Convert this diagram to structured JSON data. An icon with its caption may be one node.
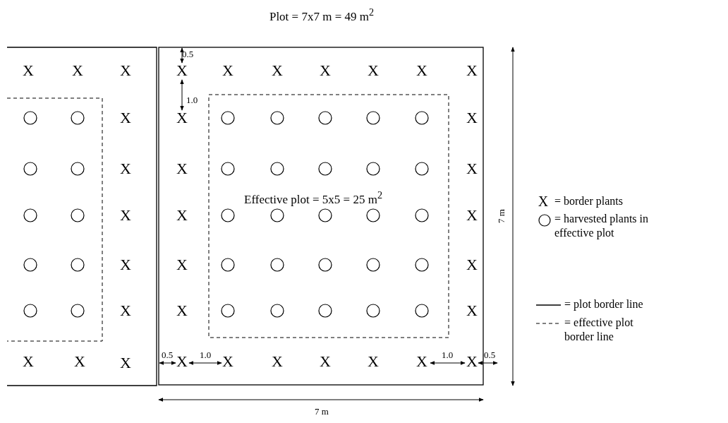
{
  "diagram": {
    "title": "Plot = 7x7 m = 49 m$^{2}$",
    "labels": [
      "0.5",
      "X",
      "X",
      "X",
      "X",
      "X",
      "X",
      "X",
      "X",
      "X",
      "X",
      "1.0",
      "X",
      "X",
      "X",
      "X",
      "X",
      "X",
      "Effective plot = 5x5 = 25 m$^{2}$",
      "7 m",
      "X",
      "X",
      "X",
      "X",
      "X",
      "X",
      "X",
      "X",
      "X",
      "X",
      "X",
      "X",
      "0.5",
      "X",
      "1.0",
      "X",
      "X",
      "X",
      "X",
      "X",
      "1.0",
      "X",
      "0.5",
      "7 m",
      "X"
    ],
    "legend": [
      {
        "text": "= border plants"
      },
      {
        "text": "= harvested plants in effective plot"
      },
      {
        "text": "= plot border line"
      },
      {
        "text": "= effective plot border line"
      }
    ]
  }
}
